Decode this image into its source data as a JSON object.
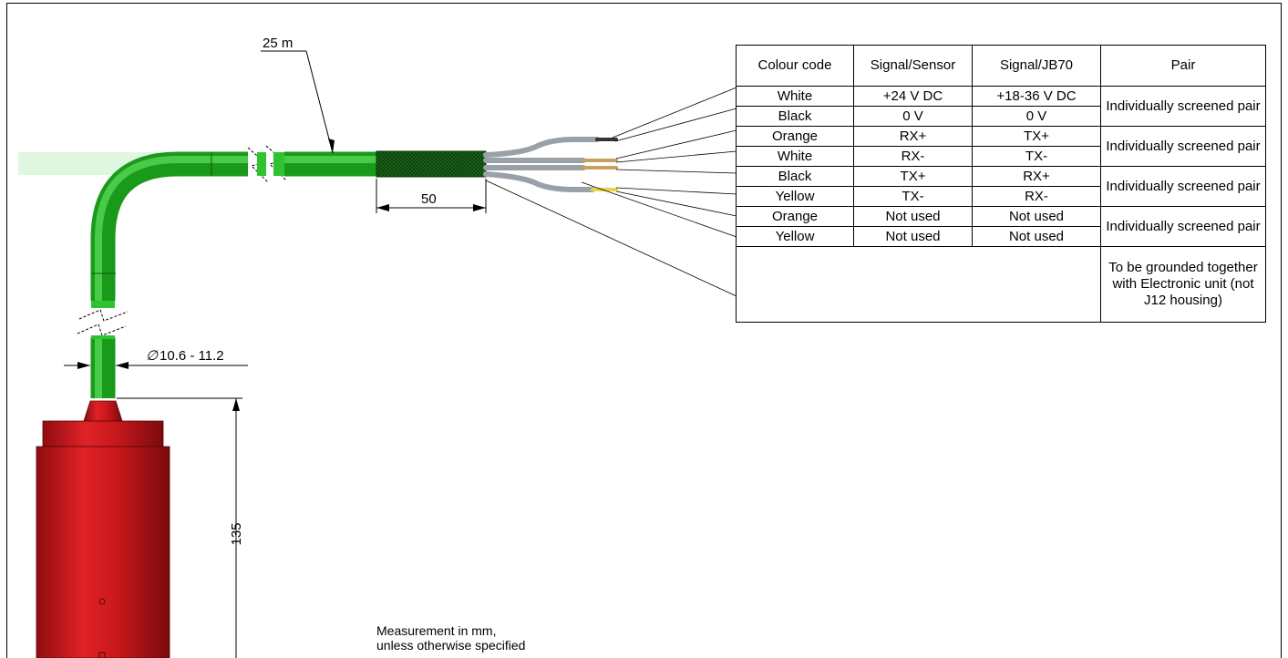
{
  "cable": {
    "length_label": "25 m",
    "screen_length_label": "50",
    "diameter_label": "10.6 - 11.2",
    "diameter_symbol": "∅",
    "housing_height_label": "135",
    "cable_color": "#2fc42f",
    "housing_color": "#c9181c"
  },
  "table": {
    "headers": [
      "Colour code",
      "Signal/Sensor",
      "Signal/JB70",
      "Pair"
    ],
    "rows": [
      [
        "White",
        "+24 V DC",
        "+18-36 V DC"
      ],
      [
        "Black",
        "0 V",
        "0 V"
      ],
      [
        "Orange",
        "RX+",
        "TX+"
      ],
      [
        "White",
        "RX-",
        "TX-"
      ],
      [
        "Black",
        "TX+",
        "RX+"
      ],
      [
        "Yellow",
        "TX-",
        "RX-"
      ],
      [
        "Orange",
        "Not used",
        "Not used"
      ],
      [
        "Yellow",
        "Not used",
        "Not used"
      ]
    ],
    "pair_labels": [
      "Individually screened pair",
      "Individually screened pair",
      "Individually screened pair",
      "Individually screened pair"
    ],
    "ground_note": "To be grounded together with Electronic unit (not J12 housing)"
  },
  "note": {
    "line1": "Measurement in mm,",
    "line2": "unless otherwise specified"
  }
}
